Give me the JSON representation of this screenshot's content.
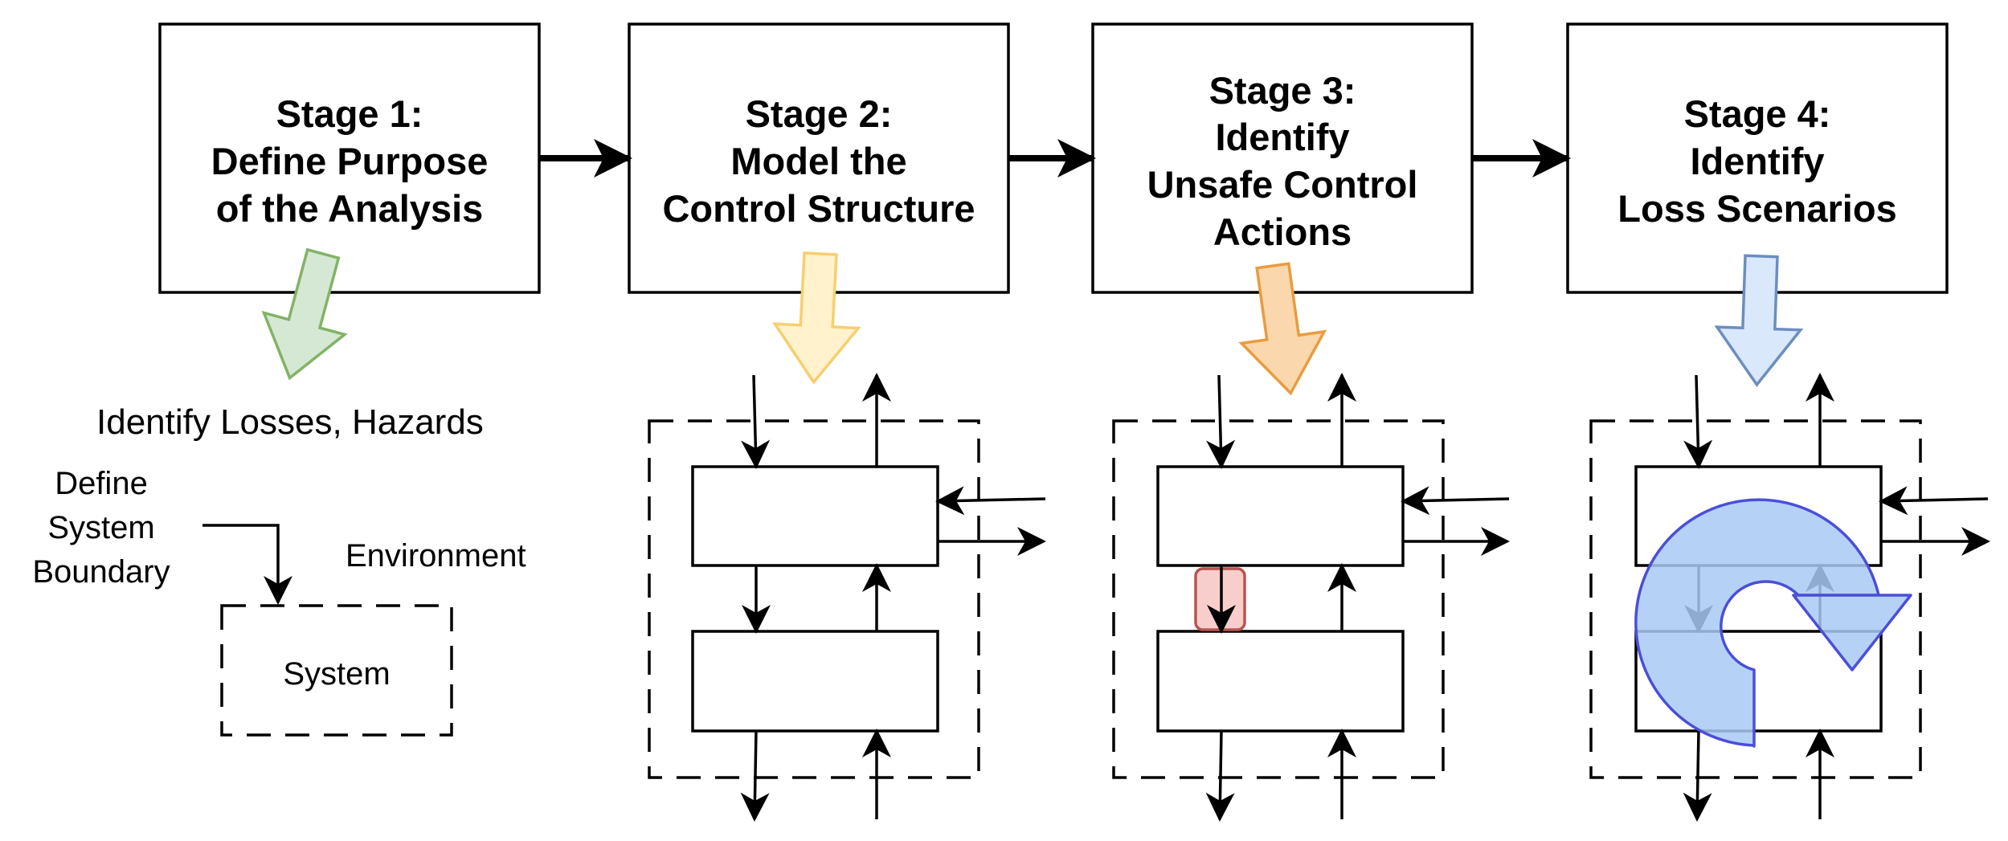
{
  "stages": [
    {
      "lines": [
        "Stage 1:",
        "Define Purpose",
        "of the Analysis"
      ]
    },
    {
      "lines": [
        "Stage 2:",
        "Model the",
        "Control Structure"
      ]
    },
    {
      "lines": [
        "Stage 3:",
        "Identify",
        "Unsafe Control",
        "Actions"
      ]
    },
    {
      "lines": [
        "Stage 4:",
        "Identify",
        "Loss Scenarios"
      ]
    }
  ],
  "stage1_output": {
    "losses_label": "Identify Losses, Hazards",
    "boundary_label": [
      "Define",
      "System",
      "Boundary"
    ],
    "environment_label": "Environment",
    "system_label": "System"
  },
  "colors": {
    "green_fill": "#d5e8d4",
    "green_stroke": "#82b366",
    "yellow_fill": "#fff2cc",
    "yellow_stroke": "#f6cf6f",
    "orange_fill": "#fad7ac",
    "orange_stroke": "#e89c40",
    "blue_fill": "#dae8fc",
    "blue_stroke": "#6c8ebf",
    "loop_fill": "#a9c9f5",
    "loop_stroke": "#4a4fd8",
    "uca_fill": "#f8cecc",
    "uca_stroke": "#b85450"
  }
}
